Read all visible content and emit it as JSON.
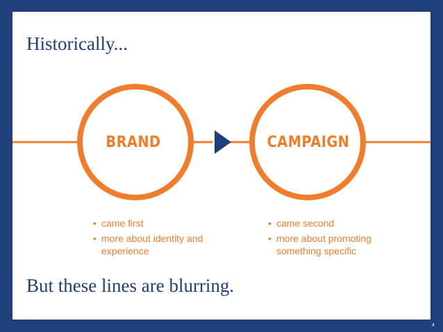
{
  "slide": {
    "title": "Historically...",
    "footer_text": "But these lines are blurring.",
    "page_number": "4"
  },
  "diagram": {
    "brand": {
      "label": "BRAND",
      "bullets": [
        "came first",
        "more about identity and experience"
      ]
    },
    "campaign": {
      "label": "CAMPAIGN",
      "bullets": [
        "came second",
        "more about promoting something specific"
      ]
    },
    "connector_icon": "right-triangle-arrow"
  },
  "colors": {
    "background": "#1f3f7a",
    "accent": "#ef7d2c",
    "title": "#1f3f7a"
  }
}
